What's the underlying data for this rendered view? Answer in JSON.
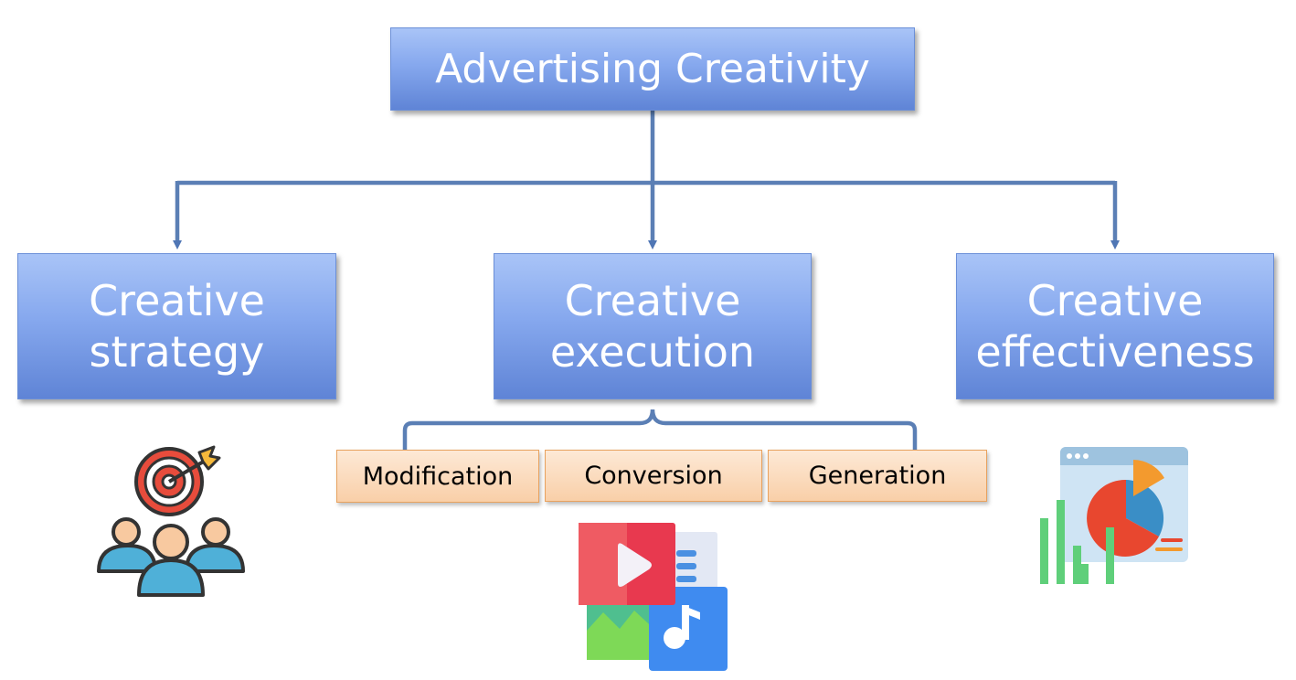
{
  "root": {
    "title": "Advertising Creativity"
  },
  "categories": [
    {
      "id": "strategy",
      "label": "Creative\nstrategy",
      "icon": "target-audience-icon"
    },
    {
      "id": "execution",
      "label": "Creative\nexecution",
      "icon": "multimedia-files-icon"
    },
    {
      "id": "effectiveness",
      "label": "Creative\neffectiveness",
      "icon": "analytics-dashboard-icon"
    }
  ],
  "execution_subtypes": [
    "Modification",
    "Conversion",
    "Generation"
  ],
  "colors": {
    "box_gradient_top": "#a9c4f7",
    "box_gradient_bottom": "#5f84d6",
    "connector": "#5b7fb5",
    "sub_fill": "#fbdcbd",
    "sub_border": "#e8a25f"
  }
}
